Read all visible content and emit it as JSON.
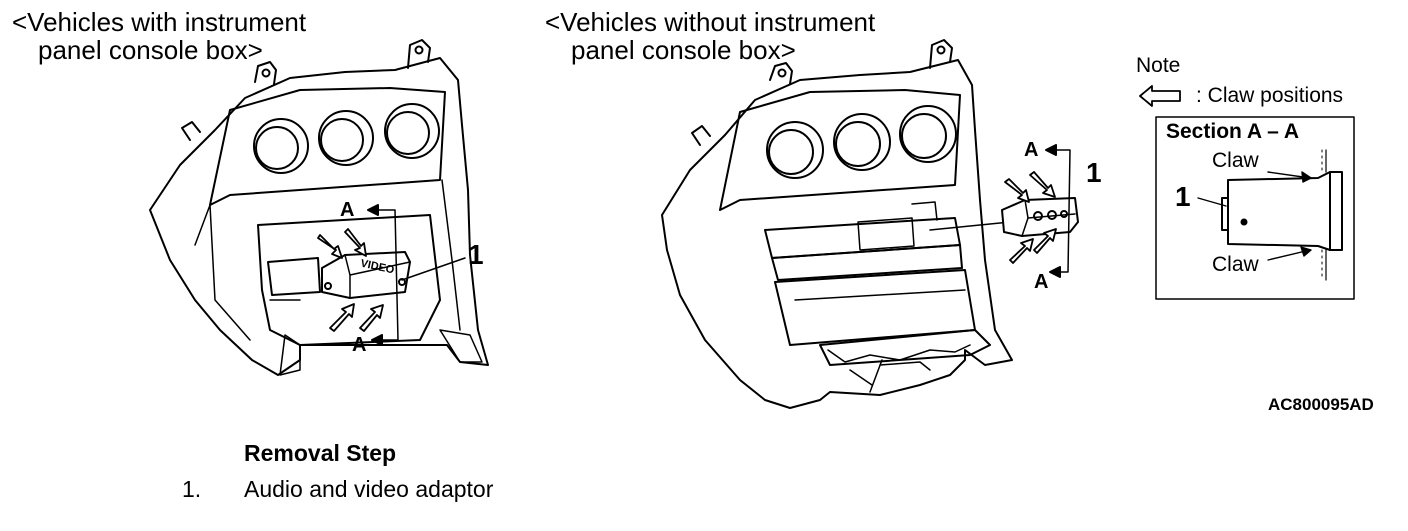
{
  "left_view": {
    "caption_line1": "<Vehicles with instrument",
    "caption_line2": "panel console box>",
    "callout_number": "1",
    "section_mark_top": "A",
    "section_mark_bottom": "A",
    "adaptor_text": "VIDEO"
  },
  "right_view": {
    "caption_line1": "<Vehicles without instrument",
    "caption_line2": "panel console box>",
    "callout_number": "1",
    "section_mark_top": "A",
    "section_mark_bottom": "A"
  },
  "note": {
    "title": "Note",
    "legend_text": ": Claw positions",
    "section_title": "Section A – A",
    "claw_top": "Claw",
    "claw_bottom": "Claw",
    "part_number": "1"
  },
  "figure_code": "AC800095AD",
  "removal": {
    "title": "Removal Step",
    "steps": [
      {
        "number": "1.",
        "text": "Audio and video adaptor"
      }
    ]
  }
}
